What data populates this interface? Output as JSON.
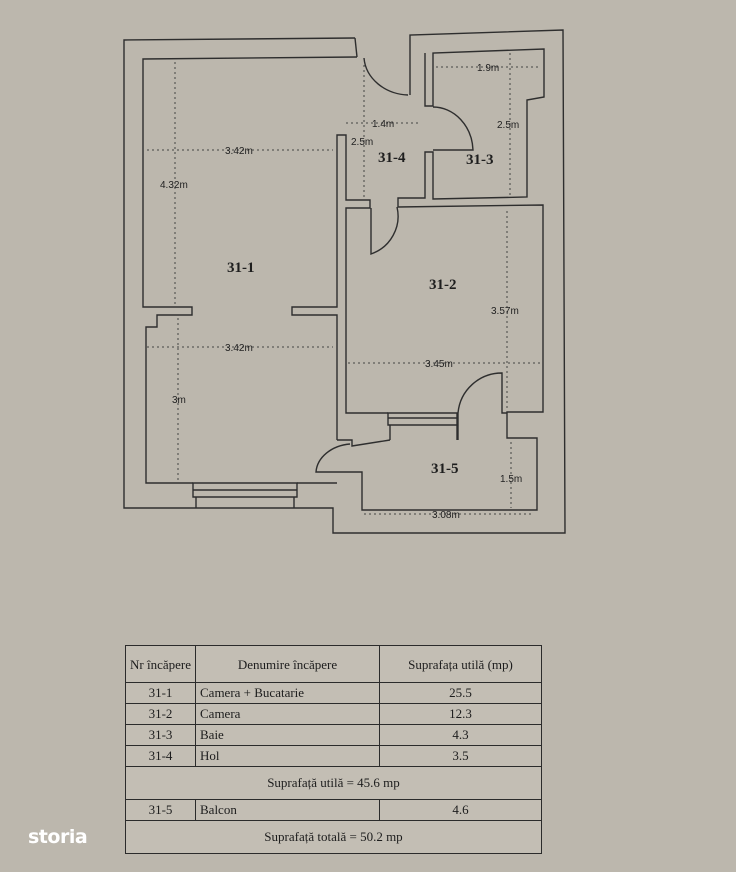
{
  "plan": {
    "rooms": [
      "31-1",
      "31-2",
      "31-3",
      "31-4",
      "31-5"
    ],
    "dimensions": {
      "r1_width_top": "3.42m",
      "r1_height_top": "4.32m",
      "r1_width_bottom": "3.42m",
      "r1_height_bottom": "3m",
      "r4_width": "1.4m",
      "r4_height": "2.5m",
      "r3_width": "1.9m",
      "r3_height": "2.5m",
      "r2_width": "3.45m",
      "r2_height": "3.57m",
      "r5_width": "3.08m",
      "r5_height": "1.5m"
    }
  },
  "table": {
    "headers": [
      "Nr încăpere",
      "Denumire încăpere",
      "Suprafața utilă (mp)"
    ],
    "rows": [
      {
        "nr": "31-1",
        "name": "Camera + Bucatarie",
        "area": "25.5"
      },
      {
        "nr": "31-2",
        "name": "Camera",
        "area": "12.3"
      },
      {
        "nr": "31-3",
        "name": "Baie",
        "area": "4.3"
      },
      {
        "nr": "31-4",
        "name": "Hol",
        "area": "3.5"
      }
    ],
    "subtotal": "Suprafață utilă = 45.6 mp",
    "balcony": {
      "nr": "31-5",
      "name": "Balcon",
      "area": "4.6"
    },
    "total": "Suprafață totală = 50.2 mp"
  },
  "watermark": "storia"
}
